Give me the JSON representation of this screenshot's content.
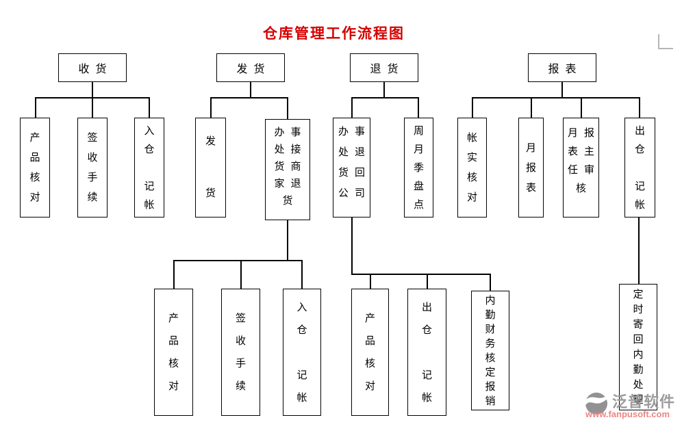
{
  "page": {
    "title": "仓库管理工作流程图"
  },
  "colors": {
    "title": "#d40000",
    "line": "#000000",
    "watermark_brand": "#9c9c9c",
    "watermark_url": "#ee8585",
    "corner_mark": "#b5b5b5"
  },
  "flow": {
    "headers": [
      {
        "label": "收货"
      },
      {
        "label": "发货"
      },
      {
        "label": "退货"
      },
      {
        "label": "报表"
      }
    ],
    "level2": [
      {
        "text": "产品核对",
        "display": "产\n品\n核\n对"
      },
      {
        "text": "签收手续",
        "display": "签\n收\n手\n续"
      },
      {
        "text": "入仓记帐",
        "display": "入\n仓\n\n记\n帐"
      },
      {
        "text": "发货",
        "display": "发\n\n货"
      },
      {
        "text": "办事处接货商家退货",
        "display": "办事\n处接\n货商\n家退\n货"
      },
      {
        "text": "办事处退货回公司",
        "display": "办事\n处退\n货回\n公司"
      },
      {
        "text": "周月季盘点",
        "display": "周\n月\n季\n盘\n点"
      },
      {
        "text": "帐实核对",
        "display": "帐\n实\n核\n对"
      },
      {
        "text": "月报表",
        "display": "月\n报\n表"
      },
      {
        "text": "月报表主任审核",
        "display": "月报\n表主\n任审\n核"
      },
      {
        "text": "出仓记帐",
        "display": "出\n仓\n\n记\n帐"
      }
    ],
    "level3": [
      {
        "text": "产品核对",
        "display": "产\n品\n核\n对"
      },
      {
        "text": "签收手续",
        "display": "签\n收\n手\n续"
      },
      {
        "text": "入仓记帐",
        "display": "入\n仓\n\n记\n帐"
      },
      {
        "text": "产品核对",
        "display": "产\n品\n核\n对"
      },
      {
        "text": "出仓记帐",
        "display": "出\n仓\n\n记\n帐"
      },
      {
        "text": "内勤财务核定报销",
        "display": "内\n勤\n财\n务\n核\n定\n报\n销"
      },
      {
        "text": "定时寄回内勤处理",
        "display": "定\n时\n寄\n回\n内\n勤\n处\n理"
      }
    ]
  },
  "watermark": {
    "brand": "泛普软件",
    "url": "www.fanpusoft.com"
  }
}
